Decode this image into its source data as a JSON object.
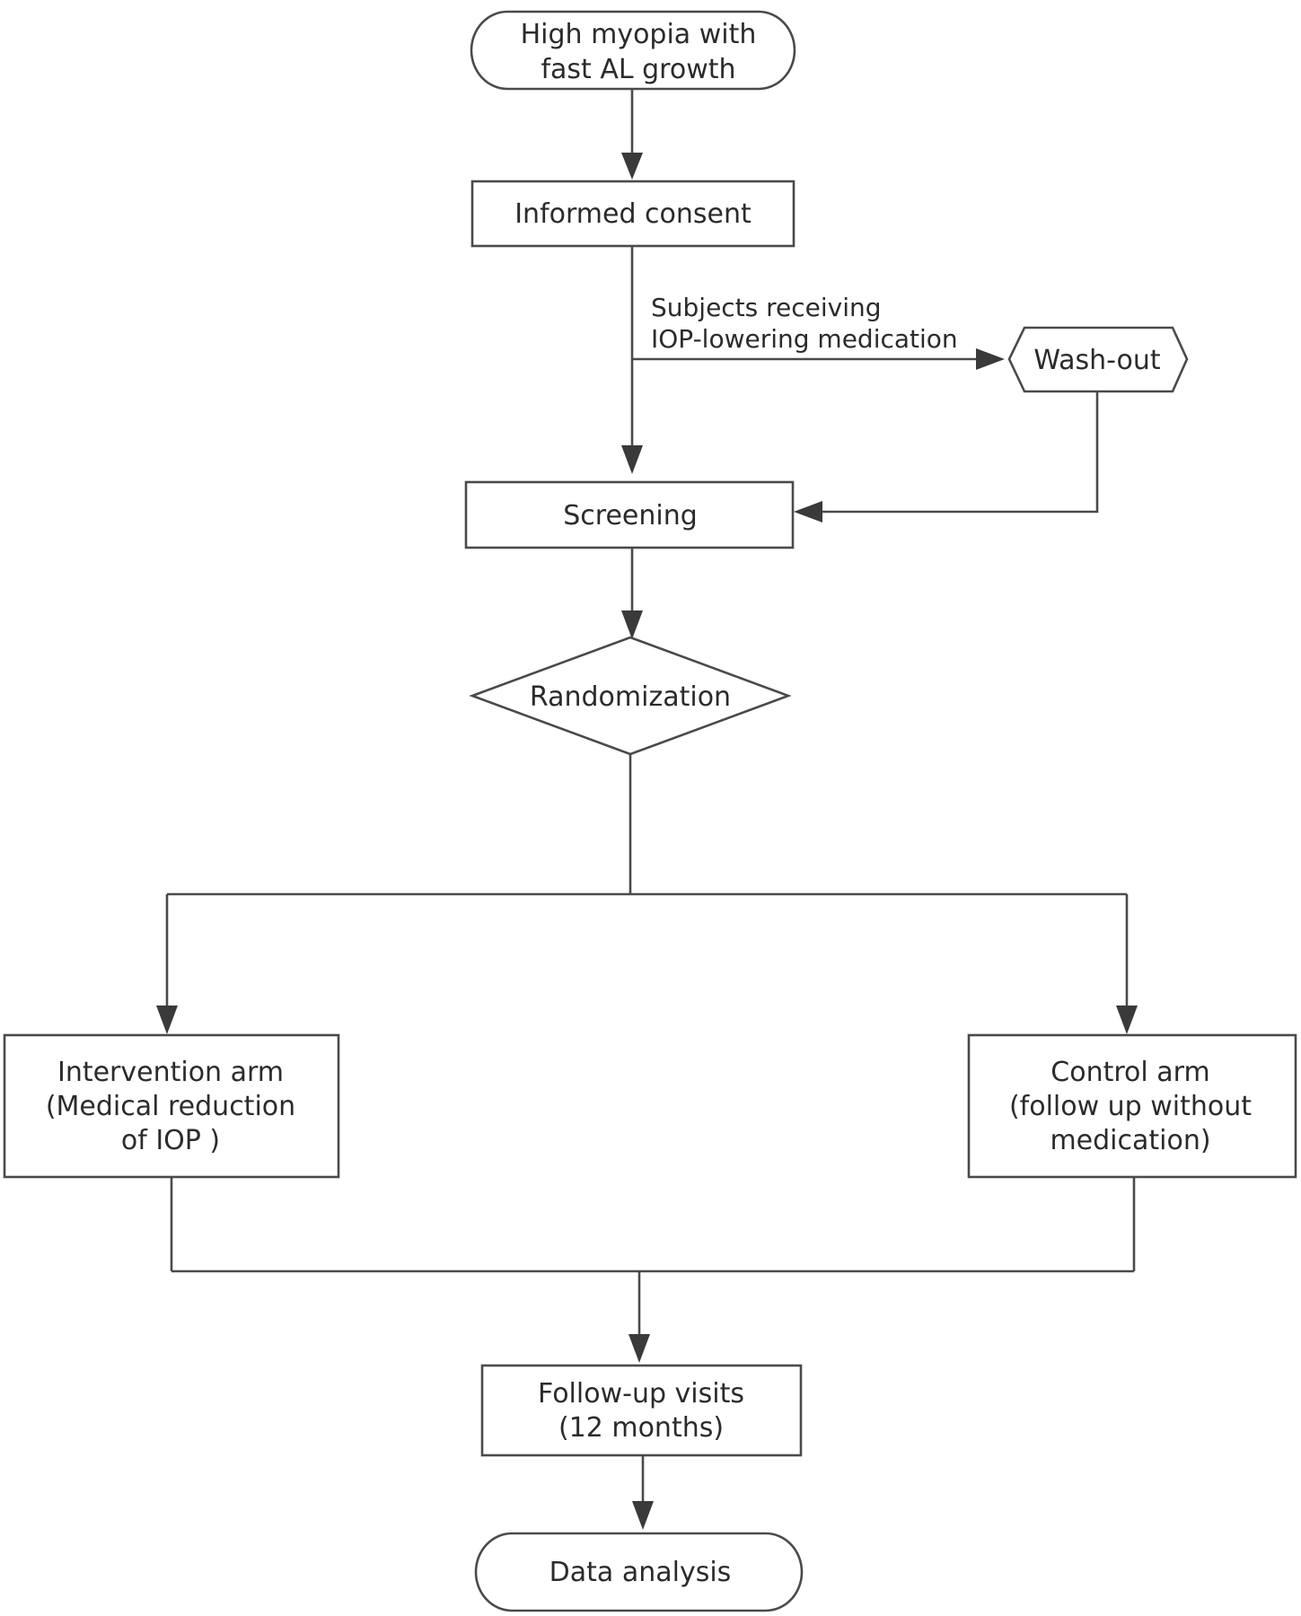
{
  "nodes": {
    "start": {
      "shape": "terminal",
      "lines": [
        "High myopia with",
        "fast AL growth"
      ]
    },
    "consent": {
      "shape": "process",
      "lines": [
        "Informed consent"
      ]
    },
    "washout": {
      "shape": "preparation",
      "lines": [
        "Wash-out"
      ]
    },
    "screening": {
      "shape": "process",
      "lines": [
        "Screening"
      ]
    },
    "randomization": {
      "shape": "decision",
      "lines": [
        "Randomization"
      ]
    },
    "intervention": {
      "shape": "process",
      "lines": [
        "Intervention arm",
        "(Medical reduction",
        "of IOP )"
      ]
    },
    "control": {
      "shape": "process",
      "lines": [
        "Control arm",
        "(follow up without",
        "medication)"
      ]
    },
    "followup": {
      "shape": "process",
      "lines": [
        "Follow-up visits",
        "(12 months)"
      ]
    },
    "analysis": {
      "shape": "terminal",
      "lines": [
        "Data analysis"
      ]
    }
  },
  "edge_labels": {
    "to_washout": [
      "Subjects receiving",
      "IOP-lowering medication"
    ]
  },
  "edges": [
    {
      "from": "start",
      "to": "consent"
    },
    {
      "from": "consent",
      "to": "screening"
    },
    {
      "from": "consent",
      "to": "washout",
      "label": "to_washout"
    },
    {
      "from": "washout",
      "to": "screening"
    },
    {
      "from": "screening",
      "to": "randomization"
    },
    {
      "from": "randomization",
      "to": "intervention"
    },
    {
      "from": "randomization",
      "to": "control"
    },
    {
      "from": "intervention",
      "to": "followup"
    },
    {
      "from": "control",
      "to": "followup"
    },
    {
      "from": "followup",
      "to": "analysis"
    }
  ]
}
